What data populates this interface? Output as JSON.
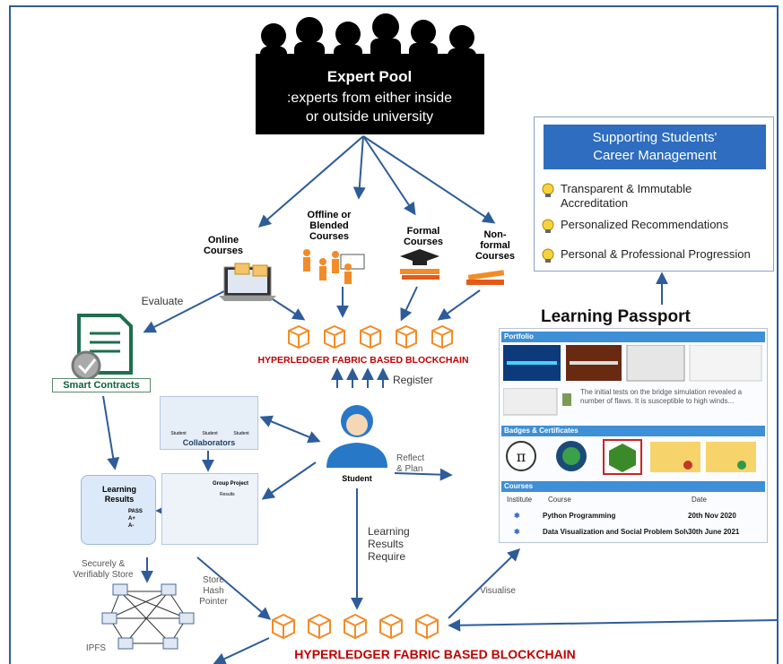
{
  "expert_pool": {
    "title": "Expert Pool",
    "subtitle_line1": ":experts from either inside",
    "subtitle_line2": "or outside university"
  },
  "course_types": {
    "online": [
      "Online",
      "Courses"
    ],
    "offline": [
      "Offline or",
      "Blended",
      "Courses"
    ],
    "formal": [
      "Formal",
      "Courses"
    ],
    "nonformal": [
      "Non-",
      "formal",
      "Courses"
    ]
  },
  "labels": {
    "evaluate": "Evaluate",
    "register": "Register",
    "reflect_plan_1": "Reflect",
    "reflect_plan_2": "& Plan",
    "student": "Student",
    "learning_results_require": [
      "Learning",
      "Results",
      "Require"
    ],
    "securely_store": [
      "Securely &",
      "Verifiably Store"
    ],
    "store_hash": [
      "Store",
      "Hash",
      "Pointer"
    ],
    "visualise": "Visualise",
    "ipfs": "IPFS"
  },
  "blockchain": {
    "top_label": "HYPERLEDGER FABRIC BASED BLOCKCHAIN",
    "bottom_label": "HYPERLEDGER FABRIC BASED BLOCKCHAIN",
    "color": "#c00000",
    "block_color": "#f28c28"
  },
  "smart_contracts": {
    "label": "Smart Contracts"
  },
  "collaborators": {
    "member_label": "Student",
    "label": "Collaborators"
  },
  "learning_results": {
    "title_line1": "Learning",
    "title_line2": "Results",
    "grades": [
      "PASS",
      "A+",
      "A-"
    ]
  },
  "group_project": {
    "title": "Group Project",
    "sub": "Results"
  },
  "career": {
    "heading_line1": "Supporting Students'",
    "heading_line2": "Career Management",
    "items": [
      [
        "Transparent & Immutable",
        "Accreditation"
      ],
      [
        "Personalized Recommendations"
      ],
      [
        "Personal & Professional Progression"
      ]
    ]
  },
  "passport": {
    "title": "Learning Passport",
    "portfolio_label": "Portfolio",
    "portfolio_note": "The initial tests on the bridge simulation revealed a number of flaws. It is susceptible to high winds...",
    "badges_label": "Badges & Certificates",
    "courses_label": "Courses",
    "table_headers": [
      "Institute",
      "Course",
      "Date"
    ],
    "courses": [
      {
        "course": "Python Programming",
        "date": "20th Nov 2020"
      },
      {
        "course": "Data Visualization and Social Problem Solv..",
        "date": "30th June 2021"
      }
    ]
  },
  "colors": {
    "arrow": "#2e5c9a",
    "frame": "#2e5c9a",
    "career_head": "#2e6dbf",
    "passport_bar": "#3f8fd6"
  }
}
